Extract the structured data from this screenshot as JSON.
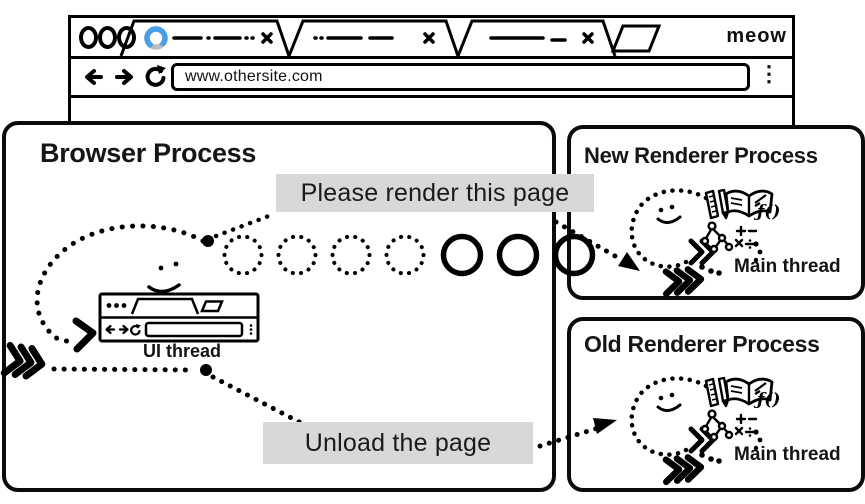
{
  "chrome": {
    "url": "www.othersite.com",
    "brand": "meow",
    "icons": {
      "traffic_lights": "three-oval-dots",
      "tab_close": "x-cross",
      "loading_spinner": "blue-arc",
      "new_tab": "parallelogram",
      "back": "left-arrow",
      "forward": "right-arrow",
      "reload": "circular-arrow",
      "menu": "vertical-kebab-dots"
    }
  },
  "diagram": {
    "browser_process": {
      "title": "Browser Process",
      "ui_thread_label": "UI thread",
      "message_render": "Please render this page",
      "message_unload": "Unload the page",
      "icons": [
        "mini-browser-window",
        "smiley-face",
        "dotted-loop-arrow",
        "fast-forward-chevrons",
        "dotted-circles-trail"
      ]
    },
    "new_renderer": {
      "title": "New Renderer Process",
      "main_thread_label": "Main thread",
      "js_icon": "ƒ()",
      "icons": [
        "smiley-loop",
        "ruler-pencil",
        "open-book",
        "dom-tree",
        "math-operators",
        "fast-forward-chevrons"
      ]
    },
    "old_renderer": {
      "title": "Old Renderer Process",
      "main_thread_label": "Main thread",
      "js_icon": "ƒ()",
      "icons": [
        "smiley-loop",
        "ruler-pencil",
        "open-book",
        "dom-tree",
        "math-operators",
        "fast-forward-chevrons"
      ]
    }
  },
  "colors": {
    "ink": "#000000",
    "accent_blue": "#4aa0e8",
    "label_bg": "#d8d8d8"
  }
}
